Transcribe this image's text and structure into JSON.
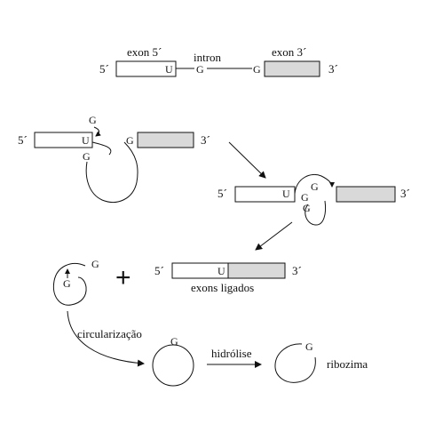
{
  "colors": {
    "stroke": "#111111",
    "exon3_fill": "#d9d9d9",
    "background": "#ffffff"
  },
  "diagram": {
    "step1": {
      "exon5_label": "exon 5´",
      "intron_label": "intron",
      "exon3_label": "exon 3´",
      "end5": "5´",
      "end3": "3´",
      "u": "U",
      "g_left": "G",
      "g_right": "G"
    },
    "step2": {
      "end5": "5´",
      "end3": "3´",
      "u": "U",
      "g_top": "G",
      "g_loop": "G",
      "g_right": "G"
    },
    "step3": {
      "end5": "5´",
      "end3": "3´",
      "u": "U",
      "g_top": "G",
      "g_mid": "G",
      "g_low": "G"
    },
    "step4": {
      "g_top": "G",
      "g_inner": "G",
      "plus": "+",
      "end5": "5´",
      "end3": "3´",
      "u": "U",
      "exons_label": "exons ligados"
    },
    "step5": {
      "circularization_label": "circularização",
      "circle_g": "G",
      "hydrolysis_label": "hidrólise",
      "ribozyme_g": "G",
      "ribozyme_label": "ribozima"
    }
  }
}
